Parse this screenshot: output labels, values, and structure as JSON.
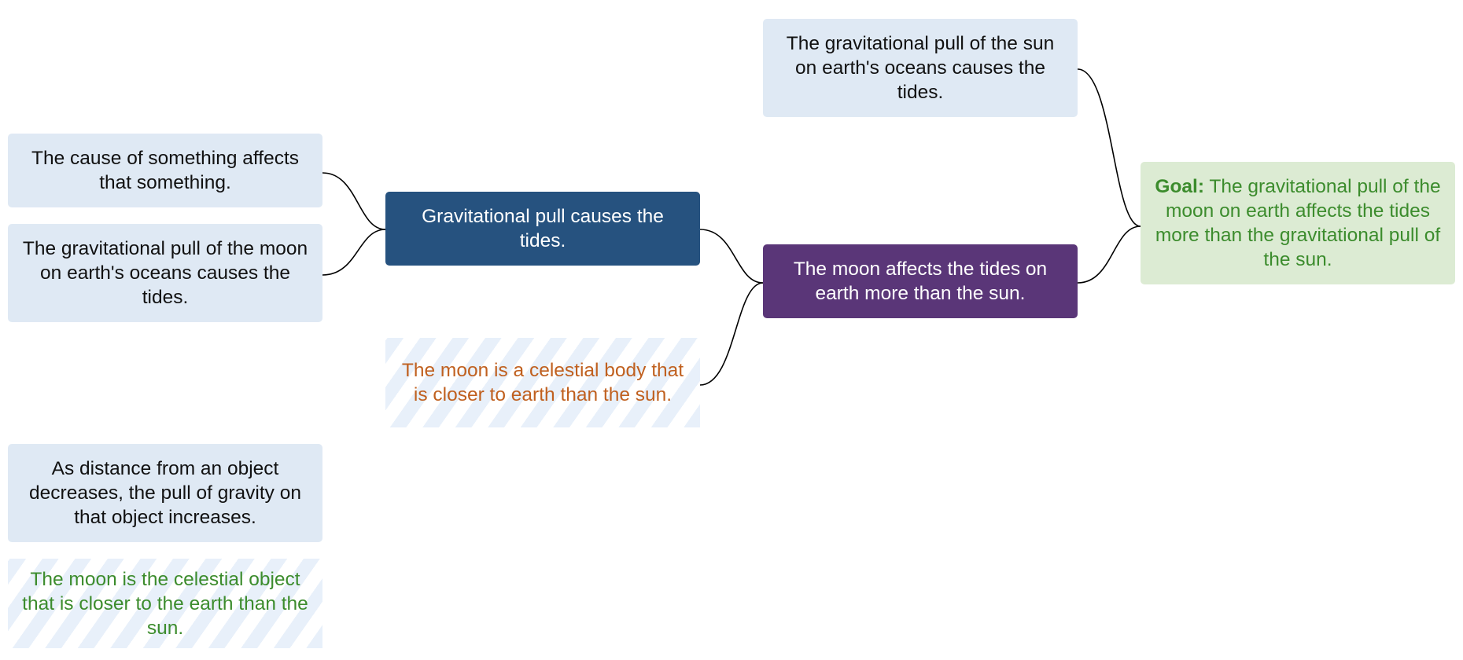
{
  "colors": {
    "fact_bg": "#dfe9f4",
    "hypothesis_blue": "#26527f",
    "hypothesis_purple": "#5a3678",
    "goal_bg": "#dcebd3",
    "goal_text": "#3c8c2d",
    "orange_text": "#c0601f",
    "green_text": "#3c8c2d",
    "connector": "#000000"
  },
  "nodes": {
    "sun_pull_fact": "The gravitational pull of the sun on earth's oceans causes the tides.",
    "cause_fact": "The cause of something affects that something.",
    "moon_pull_fact": "The gravitational pull of the moon on earth's oceans causes the tides.",
    "gravity_hypothesis": "Gravitational pull causes the tides.",
    "moon_affects_hypothesis": "The moon affects the tides on earth more than the sun.",
    "goal_label": "Goal:",
    "goal_text": "The gravitational pull of the moon on earth affects the tides more than the gravitational pull of the sun.",
    "moon_closer_orange": "The moon is a celestial body that is closer to earth than the sun.",
    "distance_fact": "As distance from an object decreases, the pull of gravity on that object increases.",
    "moon_closer_green": "The moon is the celestial object that is closer to the earth than the sun."
  }
}
